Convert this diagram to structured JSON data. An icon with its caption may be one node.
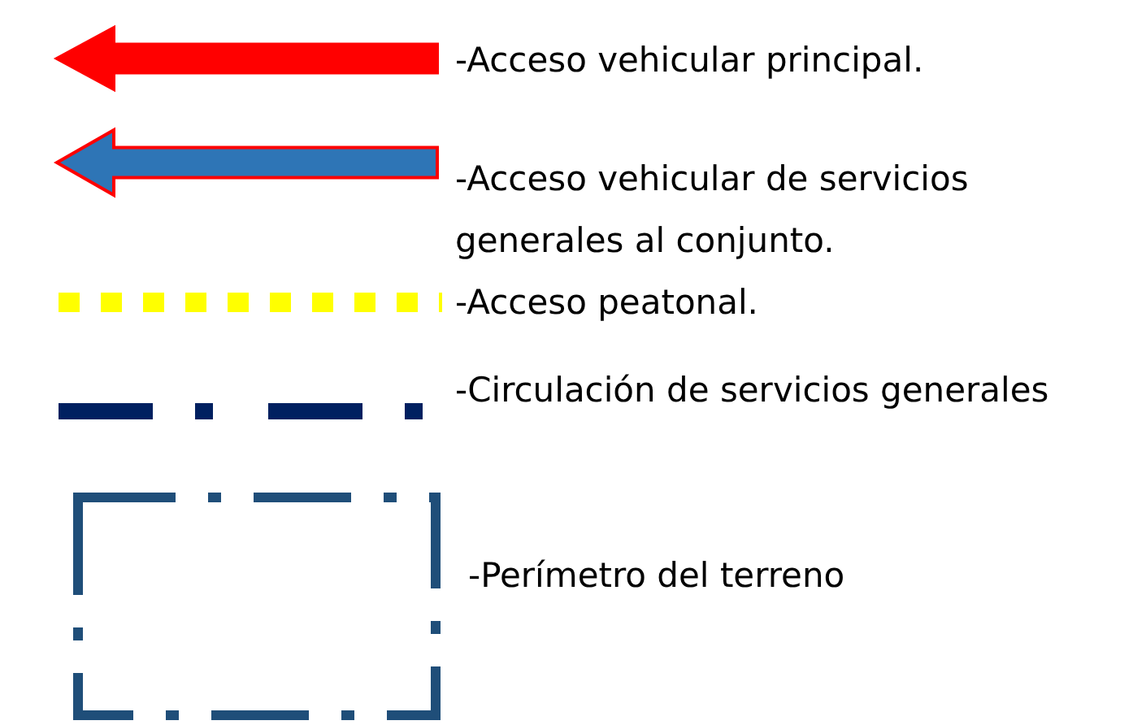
{
  "diagram": {
    "legend": [
      {
        "text": "-Acceso vehicular principal."
      },
      {
        "text": "-Acceso vehicular de servicios generales al conjunto."
      },
      {
        "text": "-Acceso peatonal."
      },
      {
        "text": "-Circulación de servicios generales"
      },
      {
        "text": "-Perímetro del terreno"
      }
    ]
  }
}
